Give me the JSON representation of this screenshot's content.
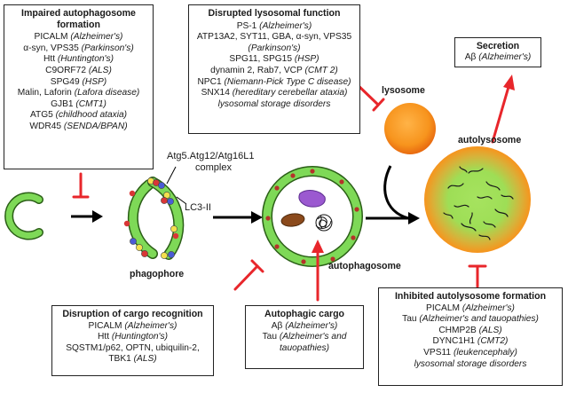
{
  "impaired": {
    "title": [
      "Impaired autophagosome",
      "formation"
    ],
    "rows": [
      [
        "PICALM ",
        "(Alzheimer's)"
      ],
      [
        "α-syn, VPS35 ",
        "(Parkinson's)"
      ],
      [
        "Htt ",
        "(Huntington's)"
      ],
      [
        "C9ORF72 ",
        "(ALS)"
      ],
      [
        "SPG49 ",
        "(HSP)"
      ],
      [
        "Malin, Laforin ",
        "(Lafora disease)"
      ],
      [
        "GJB1 ",
        "(CMT1)"
      ],
      [
        "ATG5 ",
        "(childhood ataxia)"
      ],
      [
        "WDR45 ",
        "(SENDA/BPAN)"
      ]
    ]
  },
  "lysosomal": {
    "title": "Disrupted lysosomal function",
    "rows": [
      [
        "PS-1 ",
        "(Alzheimer's)"
      ],
      [
        "ATP13A2, SYT11, GBA, α-syn, VPS35",
        ""
      ],
      [
        "",
        "(Parkinson's)"
      ],
      [
        "SPG11, SPG15 ",
        "(HSP)"
      ],
      [
        "dynamin 2, Rab7, VCP ",
        "(CMT 2)"
      ],
      [
        "NPC1 ",
        "(Niemann-Pick Type C disease)"
      ],
      [
        "SNX14 ",
        "(hereditary cerebellar ataxia)"
      ],
      [
        "",
        "lysosomal storage disorders"
      ]
    ]
  },
  "secretion": {
    "title": "Secretion",
    "rows": [
      [
        "Aβ ",
        "(Alzheimer's)"
      ]
    ]
  },
  "cargo_recognition": {
    "title": "Disruption of cargo recognition",
    "rows": [
      [
        "PICALM ",
        "(Alzheimer's)"
      ],
      [
        "Htt ",
        "(Huntington's)"
      ],
      [
        "SQSTM1/p62, OPTN, ubiquilin-2,",
        ""
      ],
      [
        "TBK1 ",
        "(ALS)"
      ]
    ]
  },
  "cargo": {
    "title": "Autophagic cargo",
    "rows": [
      [
        "Aβ ",
        "(Alzheimer's)"
      ],
      [
        "Tau ",
        "(Alzheimer's and"
      ],
      [
        "",
        "tauopathies)"
      ]
    ]
  },
  "inhibited": {
    "title": "Inhibited autolysosome formation",
    "rows": [
      [
        "PICALM ",
        "(Alzheimer's)"
      ],
      [
        "Tau ",
        "(Alzheimer's and tauopathies)"
      ],
      [
        "CHMP2B ",
        "(ALS)"
      ],
      [
        "DYNC1H1 ",
        "(CMT2)"
      ],
      [
        "VPS11 ",
        "(leukencephaly)"
      ],
      [
        "",
        "lysosomal storage disorders"
      ]
    ]
  },
  "labels": {
    "atg_complex": [
      "Atg5.Atg12/Atg16L1",
      "complex"
    ],
    "lc3": "LC3-II",
    "phagophore": "phagophore",
    "lysosome": "lysosome",
    "autophagosome": "autophagosome",
    "autolysosome": "autolysosome"
  },
  "colors": {
    "membrane_green": "#7ed957",
    "lysosome_orange": "#f7941d",
    "inhibit_red": "#e8262b",
    "lipid_red": "#b5322a"
  }
}
